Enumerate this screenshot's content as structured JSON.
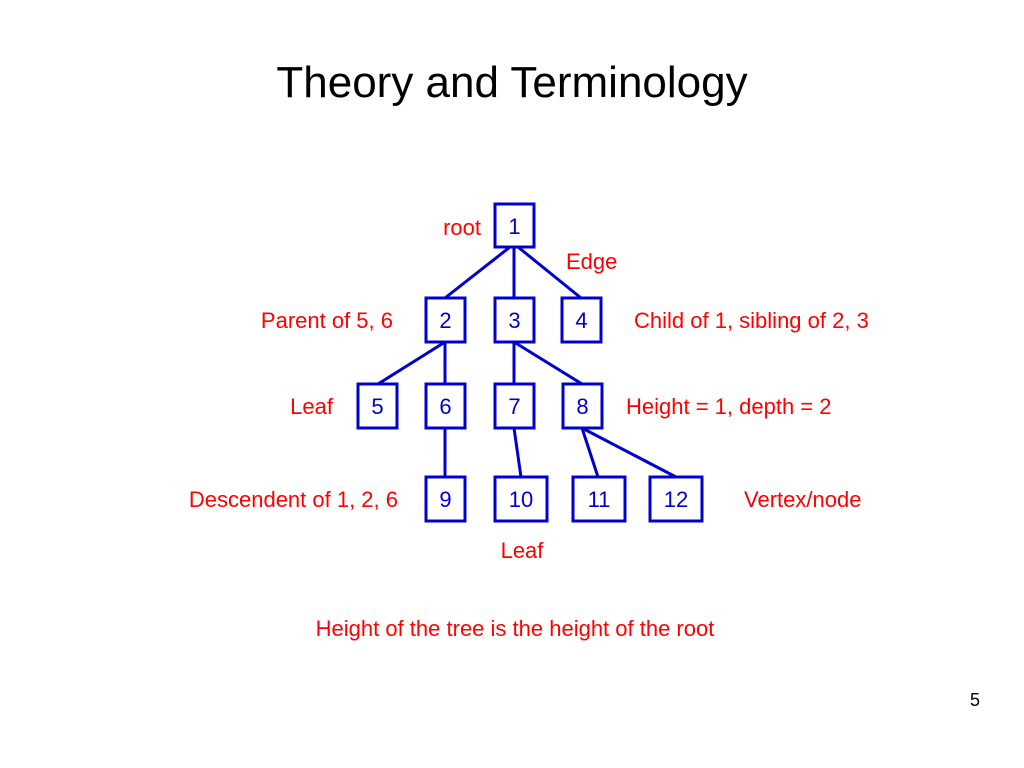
{
  "title": "Theory and Terminology",
  "slide_number": "5",
  "colors": {
    "node": "#0000cc",
    "annotation": "#ff0000"
  },
  "nodes": {
    "n1": "1",
    "n2": "2",
    "n3": "3",
    "n4": "4",
    "n5": "5",
    "n6": "6",
    "n7": "7",
    "n8": "8",
    "n9": "9",
    "n10": "10",
    "n11": "11",
    "n12": "12"
  },
  "edges": [
    [
      "1",
      "2"
    ],
    [
      "1",
      "3"
    ],
    [
      "1",
      "4"
    ],
    [
      "2",
      "5"
    ],
    [
      "2",
      "6"
    ],
    [
      "3",
      "7"
    ],
    [
      "3",
      "8"
    ],
    [
      "6",
      "9"
    ],
    [
      "7",
      "10"
    ],
    [
      "8",
      "11"
    ],
    [
      "8",
      "12"
    ]
  ],
  "annotations": {
    "root": "root",
    "edge": "Edge",
    "parent": "Parent of 5, 6",
    "child": "Child of 1, sibling of 2, 3",
    "leaf_left": "Leaf",
    "height_depth": "Height = 1, depth = 2",
    "descendent": "Descendent of 1, 2, 6",
    "vertex": "Vertex/node",
    "leaf_bottom": "Leaf",
    "height_tree": "Height of the tree is the height of the root"
  }
}
